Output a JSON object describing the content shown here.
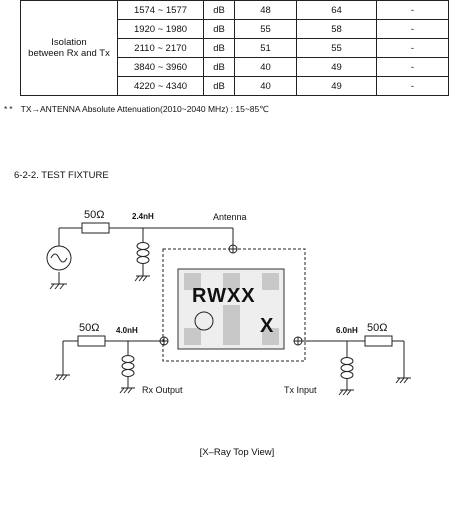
{
  "spec_table": {
    "parameter": "Isolation\nbetween Rx and Tx",
    "rows": [
      {
        "band": "1574 ~ 1577",
        "unit": "dB",
        "min": "48",
        "typ": "64",
        "max": "-"
      },
      {
        "band": "1920 ~ 1980",
        "unit": "dB",
        "min": "55",
        "typ": "58",
        "max": "-"
      },
      {
        "band": "2110 ~ 2170",
        "unit": "dB",
        "min": "51",
        "typ": "55",
        "max": "-"
      },
      {
        "band": "3840 ~ 3960",
        "unit": "dB",
        "min": "40",
        "typ": "49",
        "max": "-"
      },
      {
        "band": "4220 ~ 4340",
        "unit": "dB",
        "min": "40",
        "typ": "49",
        "max": "-"
      }
    ]
  },
  "footnote": {
    "marker": "**",
    "text": "TX→ANTENNA Absolute Attenuation(2010~2040 MHz) : 15~85℃"
  },
  "section_title": "6-2-2. TEST FIXTURE",
  "fixture": {
    "source_resistor": "50Ω",
    "antenna_inductor": "2.4nH",
    "antenna_label": "Antenna",
    "rx_resistor": "50Ω",
    "rx_inductor": "4.0nH",
    "rx_label": "Rx Output",
    "tx_resistor": "50Ω",
    "tx_inductor": "6.0nH",
    "tx_label": "Tx Input",
    "chip_marking_line1": "RWXX",
    "chip_marking_line2": "X"
  },
  "caption": "[X–Ray Top View]"
}
